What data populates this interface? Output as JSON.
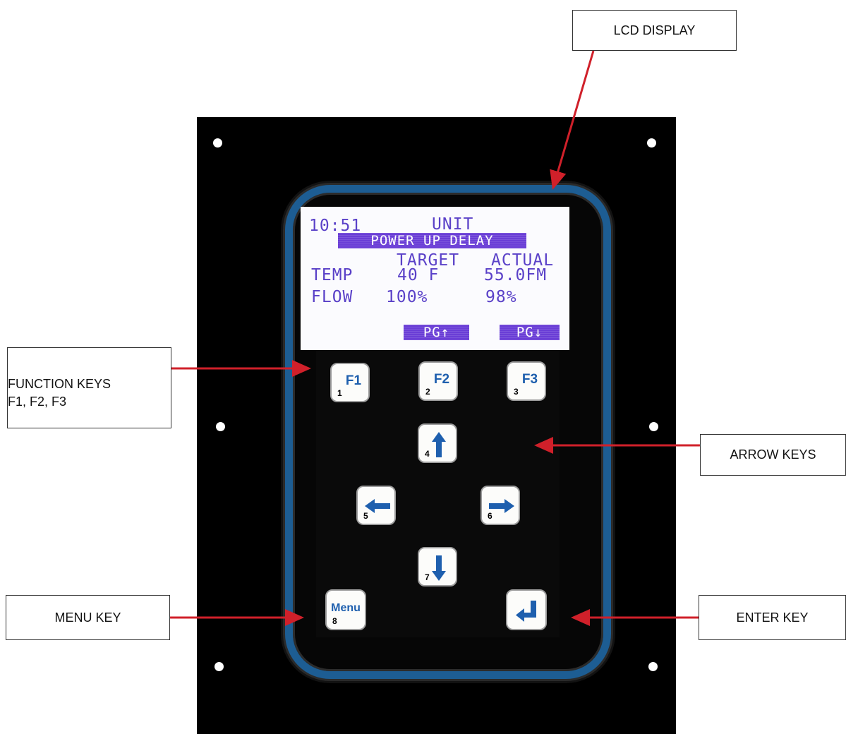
{
  "callouts": {
    "lcd_display": "LCD DISPLAY",
    "function_keys_line1": "FUNCTION KEYS",
    "function_keys_line2": "F1, F2, F3",
    "arrow_keys": "ARROW KEYS",
    "menu_key": "MENU KEY",
    "enter_key": "ENTER KEY"
  },
  "lcd": {
    "time": "10:51",
    "mode": "UNIT",
    "status": "POWER UP DELAY",
    "col_target": "TARGET",
    "col_actual": "ACTUAL",
    "temp_label": "TEMP",
    "temp_target": "40 F",
    "temp_actual": "55.0FM",
    "flow_label": "FLOW",
    "flow_target": "100%",
    "flow_actual": "98%",
    "softkey_2": "PG↑",
    "softkey_3": "PG↓"
  },
  "keys": {
    "f1": "F1",
    "f1_num": "1",
    "f2": "F2",
    "f2_num": "2",
    "f3": "F3",
    "f3_num": "3",
    "up_num": "4",
    "left_num": "5",
    "right_num": "6",
    "down_num": "7",
    "menu": "Menu",
    "menu_num": "8"
  },
  "colors": {
    "arrow": "#d0202a",
    "bezel": "#1d5d93",
    "lcd_text": "#5a41c8",
    "key_label": "#1e5fae"
  },
  "icons": {
    "up": "arrow-up-icon",
    "down": "arrow-down-icon",
    "left": "arrow-left-icon",
    "right": "arrow-right-icon",
    "enter": "enter-return-icon"
  }
}
